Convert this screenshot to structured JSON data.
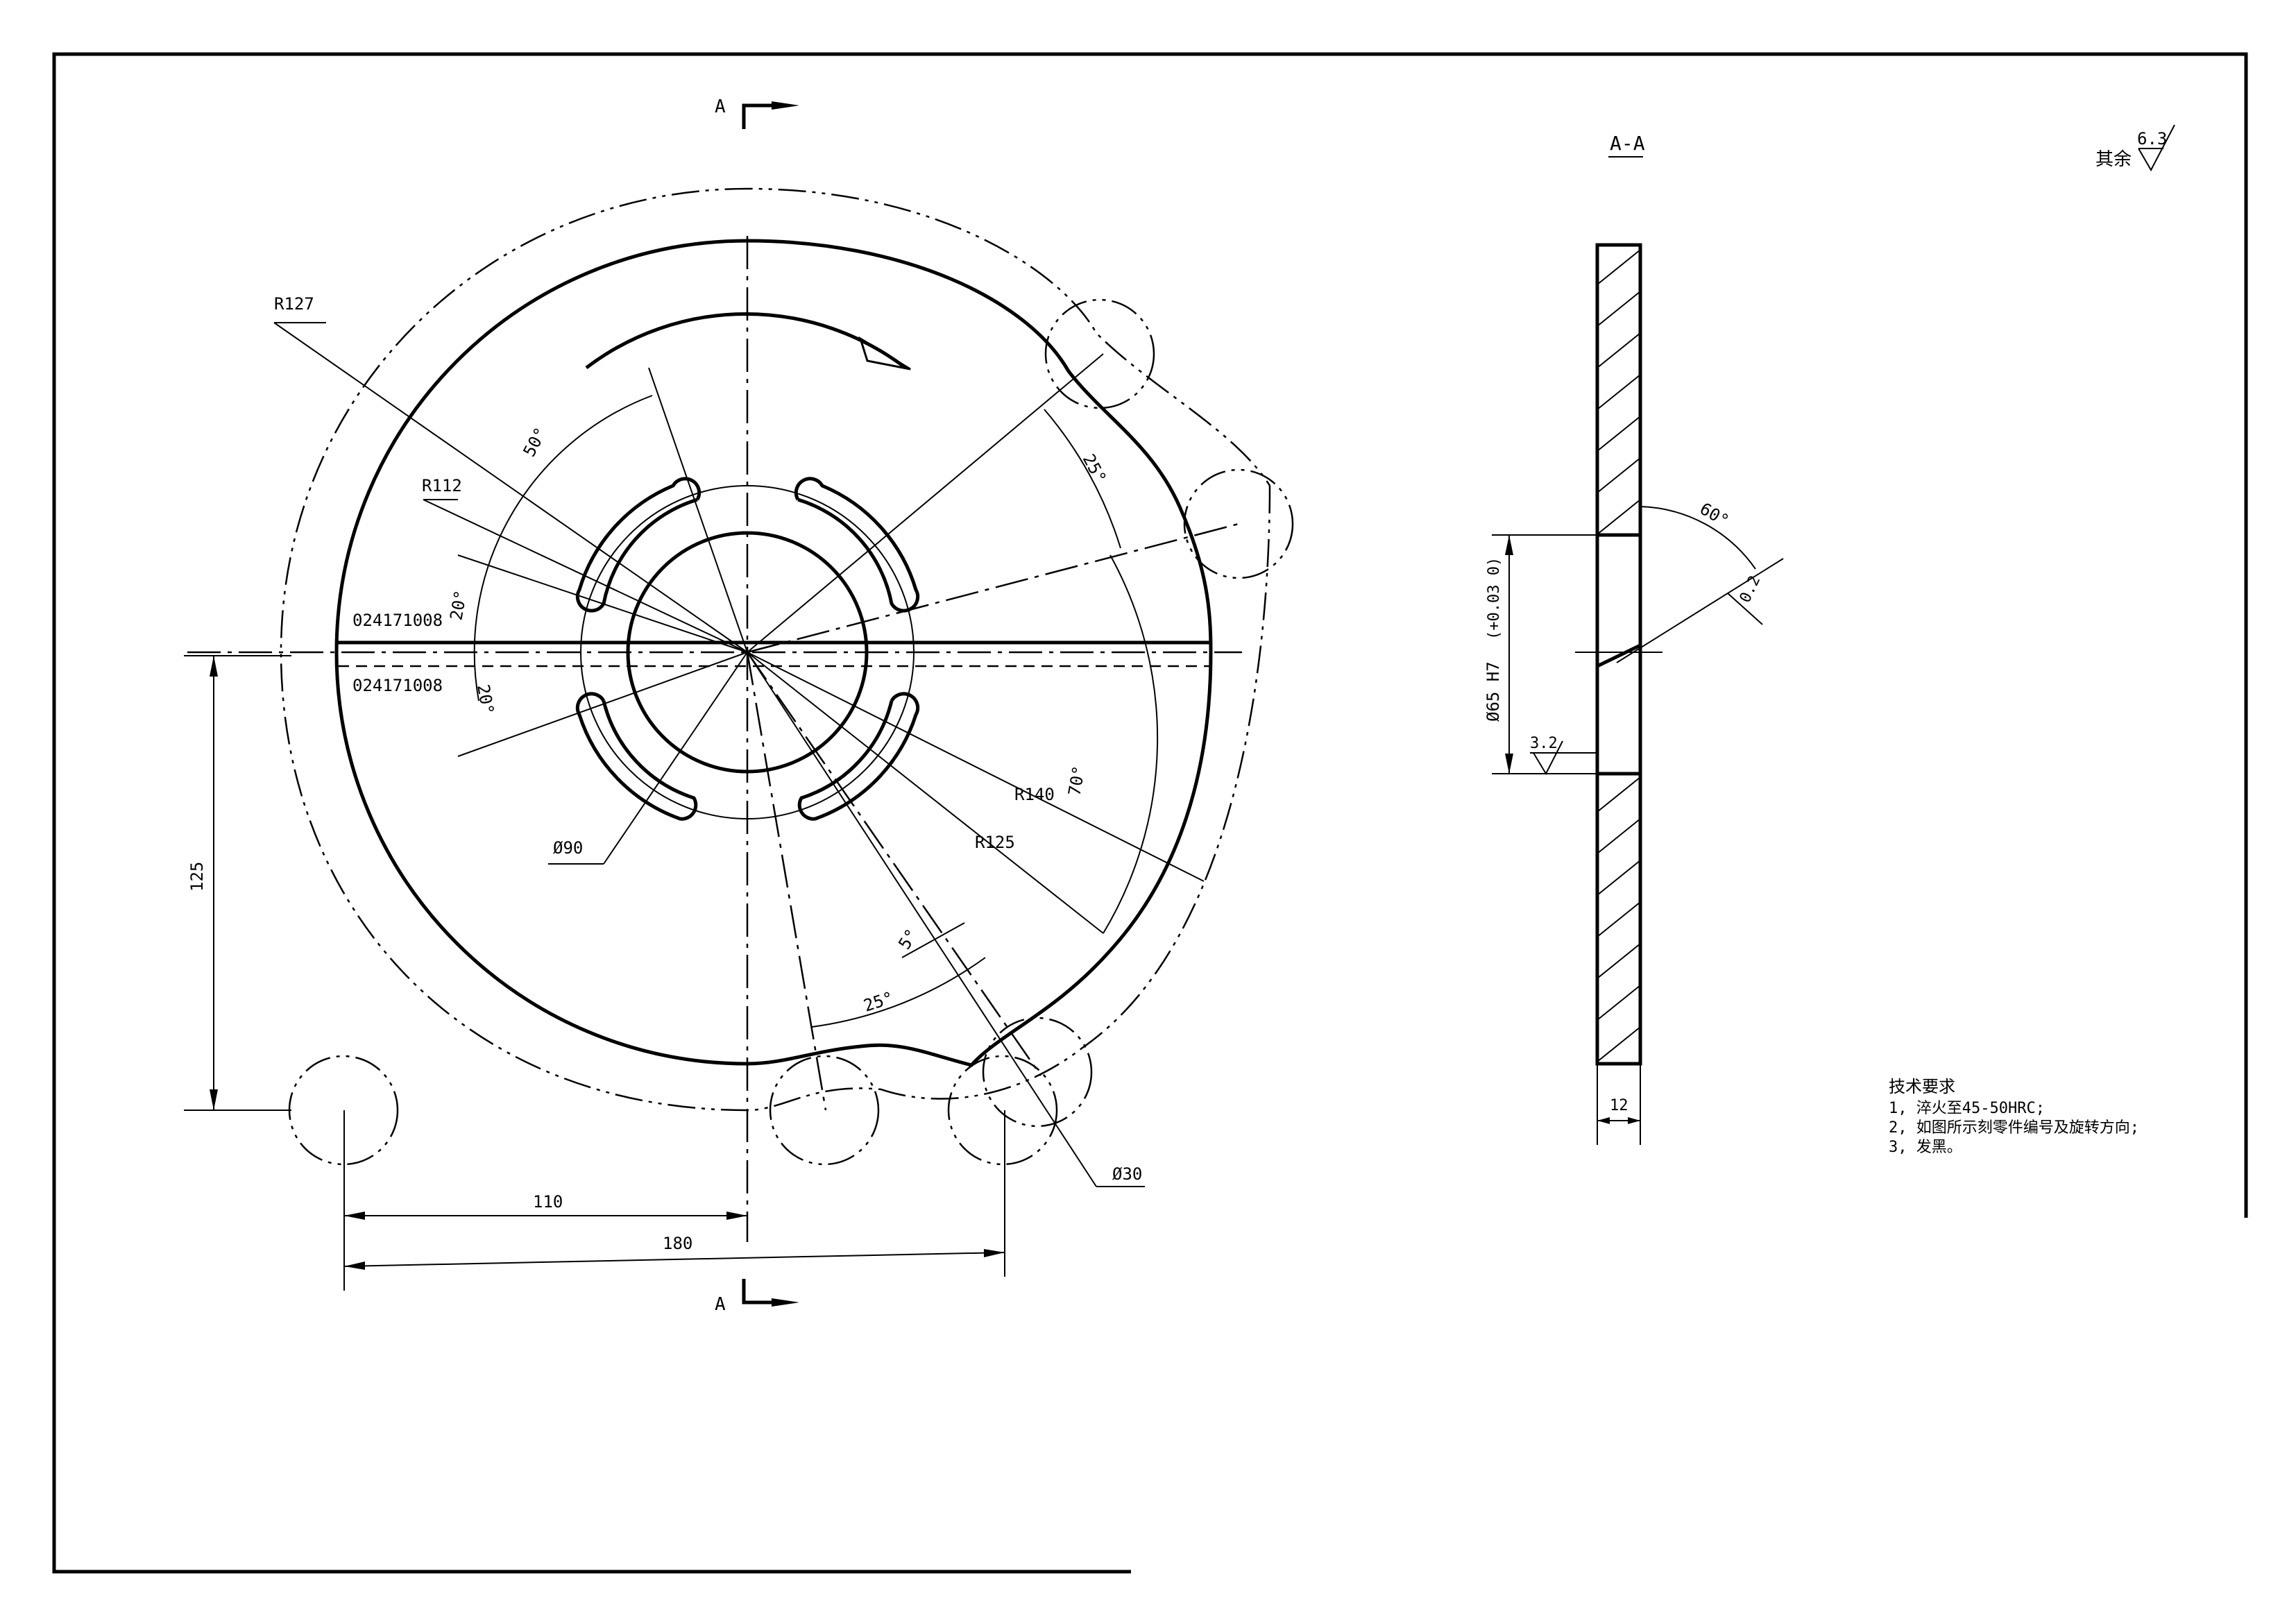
{
  "section_marks": {
    "top": "A",
    "bottom": "A"
  },
  "section_view_title": "A-A",
  "surface_finish": {
    "label": "其余",
    "value": "6.3"
  },
  "part_numbers": {
    "upper": "024171008",
    "lower": "024171008"
  },
  "dimensions": {
    "r127": "R127",
    "r112": "R112",
    "r140": "R140",
    "r125": "R125",
    "dia90": "Ø90",
    "dia30": "Ø30",
    "angle_50": "50°",
    "angle_20_upper": "20°",
    "angle_20_lower": "20°",
    "angle_25_top": "25°",
    "angle_70": "70°",
    "angle_5": "5°",
    "angle_25_bottom": "25°",
    "len_125": "125",
    "len_110": "110",
    "len_180": "180"
  },
  "section_dimensions": {
    "bore": "Ø65 H7",
    "tolerance": "(+0.03 0)",
    "angle_60": "60°",
    "chamfer": "0.2",
    "roughness": "3.2",
    "thickness": "12"
  },
  "tech_requirements": {
    "title": "技术要求",
    "lines": [
      "1, 淬火至45-50HRC;",
      "2, 如图所示刻零件编号及旋转方向;",
      "3, 发黑。"
    ]
  }
}
